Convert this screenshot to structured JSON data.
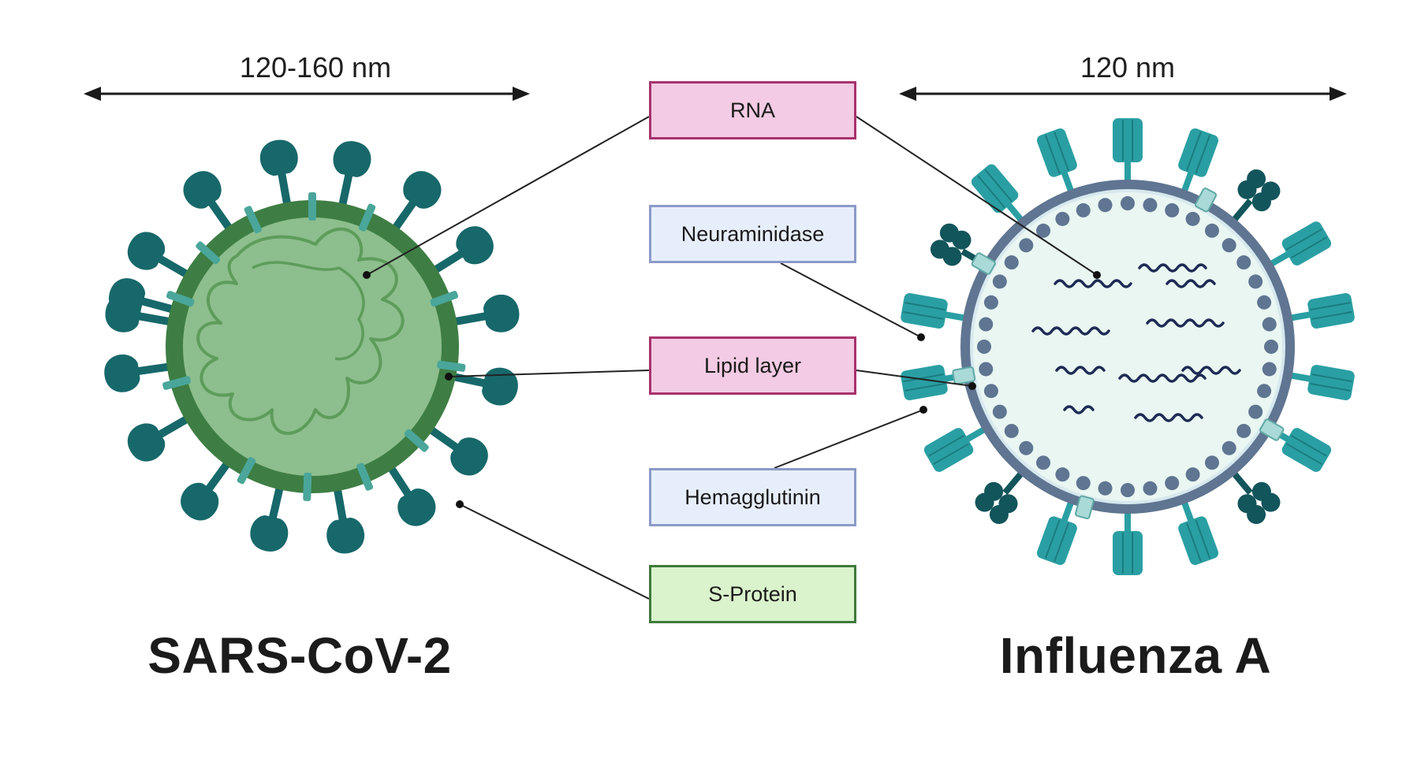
{
  "sars": {
    "title": "SARS-CoV-2",
    "size_label": "120-160 nm",
    "colors": {
      "spike": "#17686a",
      "membrane": "#3e7e44",
      "core": "#8dbe8d",
      "rna": "#5e9c5c",
      "band": "#4aa69a"
    }
  },
  "influenza": {
    "title": "Influenza A",
    "size_label": "120 nm",
    "colors": {
      "hemagglutinin": "#2a9fa3",
      "neuraminidase": "#12555b",
      "envelope": "#5f7591",
      "interior": "#e9f6f2",
      "rnp": "#1e2a54",
      "channel": "#a9dad7"
    }
  },
  "labels": [
    {
      "id": "rna",
      "text": "RNA",
      "style": "pink"
    },
    {
      "id": "neuraminidase",
      "text": "Neuraminidase",
      "style": "blue"
    },
    {
      "id": "lipid",
      "text": "Lipid layer",
      "style": "pink"
    },
    {
      "id": "hemagglutinin",
      "text": "Hemagglutinin",
      "style": "blue"
    },
    {
      "id": "sprotein",
      "text": "S-Protein",
      "style": "green"
    }
  ]
}
